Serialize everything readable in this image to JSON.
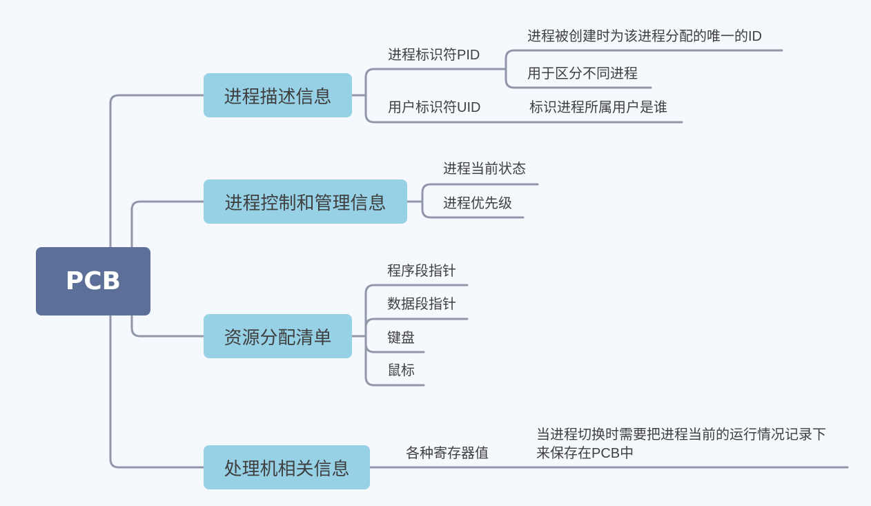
{
  "colors": {
    "background": "#f5f9fd",
    "root_fill": "#5b6f98",
    "topic_fill": "#97d1e6",
    "line": "#8f97a9",
    "text": "#3f3f3f",
    "root_text": "#ffffff"
  },
  "root": {
    "label": "PCB"
  },
  "branches": [
    {
      "label": "进程描述信息",
      "children": [
        {
          "label": "进程标识符PID",
          "children": [
            {
              "label": "进程被创建时为该进程分配的唯一的ID"
            },
            {
              "label": "用于区分不同进程"
            }
          ]
        },
        {
          "label": "用户标识符UID",
          "children": [
            {
              "label": "标识进程所属用户是谁"
            }
          ]
        }
      ]
    },
    {
      "label": "进程控制和管理信息",
      "children": [
        {
          "label": "进程当前状态"
        },
        {
          "label": "进程优先级"
        }
      ]
    },
    {
      "label": "资源分配清单",
      "children": [
        {
          "label": "程序段指针"
        },
        {
          "label": "数据段指针"
        },
        {
          "label": "键盘"
        },
        {
          "label": "鼠标"
        }
      ]
    },
    {
      "label": "处理机相关信息",
      "children": [
        {
          "label": "各种寄存器值",
          "children": [
            {
              "label": "当进程切换时需要把进程当前的运行情况记录下\n来保存在PCB中"
            }
          ]
        }
      ]
    }
  ]
}
